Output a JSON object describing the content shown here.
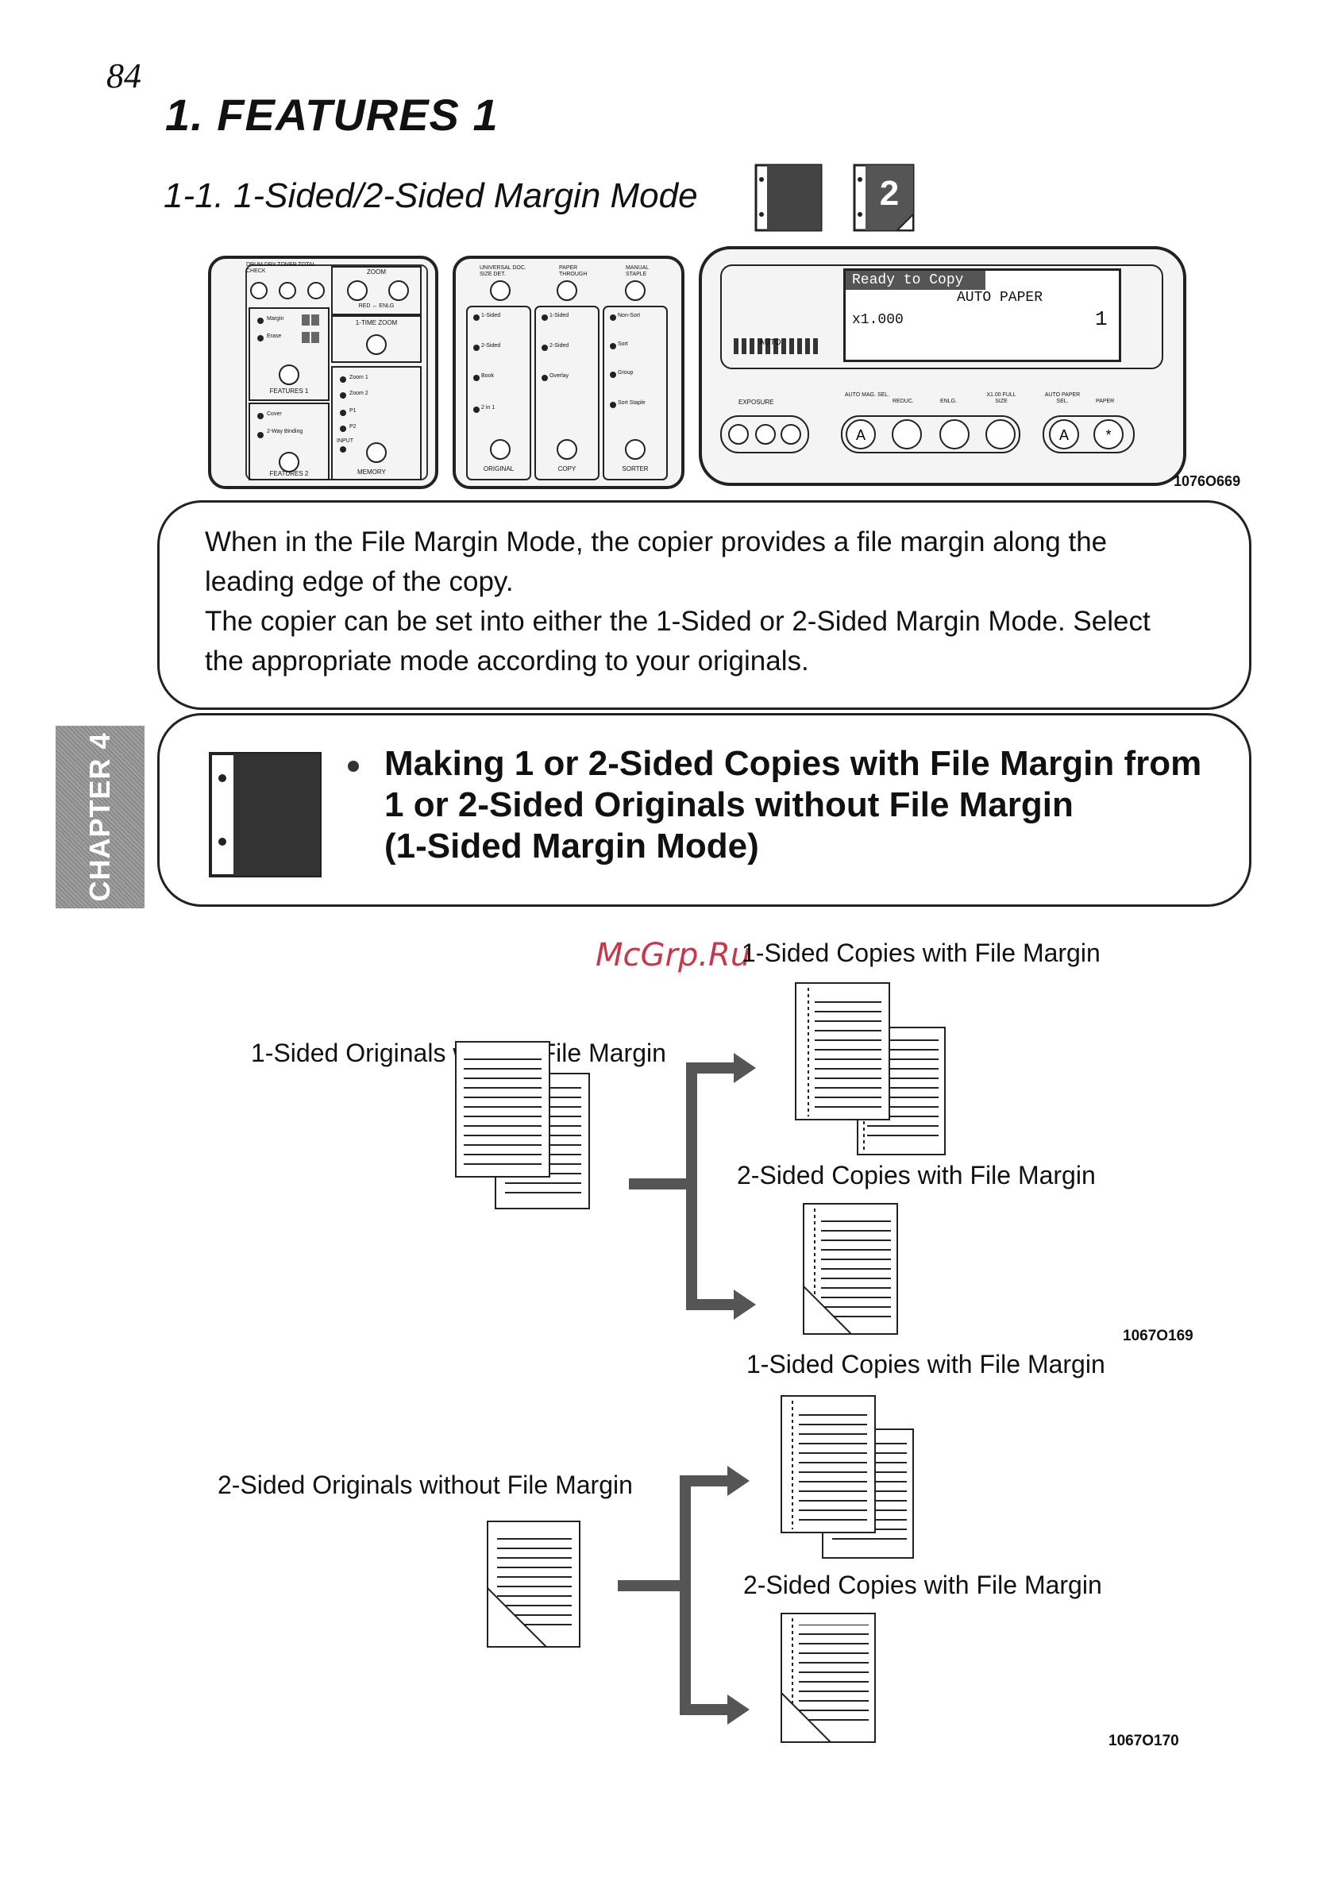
{
  "page_number": "84",
  "title": "1. FEATURES 1",
  "subtitle": "1-1. 1-Sided/2-Sided Margin Mode",
  "mode_icons": [
    "file-margin-1-icon",
    "file-margin-2-icon"
  ],
  "control_panel": {
    "figure_code": "1076O669",
    "left_section": {
      "drum_dry": "DRUM DRY",
      "toner": "TONER",
      "total_check": "TOTAL CHECK",
      "zoom": "ZOOM",
      "red_enlarge": "RED ↔ ENLG",
      "one_time_zoom": "1-TIME ZOOM",
      "margin": "Margin",
      "erase": "Erase",
      "features1": "FEATURES 1",
      "cover": "Cover",
      "two_way_binding": "2-Way Binding",
      "features2": "FEATURES 2",
      "zoom1": "Zoom 1",
      "zoom2": "Zoom 2",
      "p1": "P1",
      "p2": "P2",
      "input": "INPUT",
      "memory": "MEMORY"
    },
    "middle_section": {
      "universal": "UNIVERSAL DOC. SIZE DET.",
      "paper_through": "PAPER THROUGH",
      "manual_staple": "MANUAL STAPLE",
      "original_items": [
        "1-Sided",
        "2-Sided",
        "Book",
        "2 in 1"
      ],
      "copy_items": [
        "1-Sided",
        "2-Sided",
        "Overlay"
      ],
      "sorter_items": [
        "Non-Sort",
        "Sort",
        "Group",
        "Sort Staple"
      ],
      "original": "ORIGINAL",
      "copy": "COPY",
      "sorter": "SORTER"
    },
    "display": {
      "status": "Ready to Copy",
      "paper": "AUTO PAPER",
      "ratio": "x1.000",
      "count": "1",
      "auto": "AUTO",
      "exposure": "EXPOSURE",
      "auto_mag": "AUTO MAG. SEL.",
      "reduc": "REDUC.",
      "enlg": "ENLG.",
      "full_size": "X1.00 FULL SIZE",
      "auto_paper": "AUTO PAPER SEL.",
      "paper_btn": "PAPER"
    }
  },
  "info_text": [
    "When in the File Margin Mode, the copier provides a file margin along the",
    "leading edge of the copy.",
    "The copier can be set into either the 1-Sided or 2-Sided Margin Mode. Select",
    "the appropriate mode according to your originals."
  ],
  "chapter_tab": "CHAPTER 4",
  "section_heading": [
    "Making 1 or 2-Sided Copies with File Margin from",
    "1 or 2-Sided Originals without File Margin",
    "(1-Sided Margin Mode)"
  ],
  "watermark": "McGrp.Ru",
  "figure1": {
    "source": "1-Sided Originals without File Margin",
    "out1": "1-Sided Copies with File Margin",
    "out2": "2-Sided Copies with File Margin",
    "code": "1067O169"
  },
  "figure2": {
    "source": "2-Sided Originals without File Margin",
    "out1": "1-Sided Copies with File Margin",
    "out2": "2-Sided Copies with File Margin",
    "code": "1067O170"
  }
}
